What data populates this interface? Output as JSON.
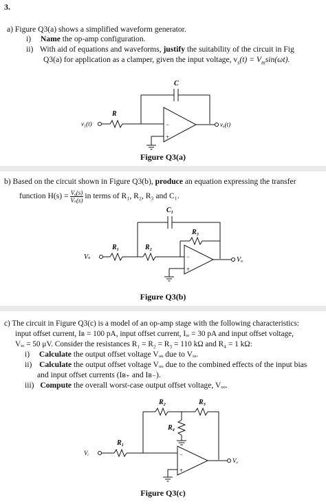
{
  "question_number": "3.",
  "part_a": {
    "line1": "a)  Figure Q3(a) shows a simplified waveform generator.",
    "i_marker": "i)",
    "i_bold": "Name",
    "i_rest": " the op-amp configuration.",
    "ii_marker": "ii)",
    "ii_line1_a": "With aid of equations and waveforms, ",
    "ii_line1_bold": "justify",
    "ii_line1_b": " the suitability of the circuit in Fig",
    "ii_line2": "Q3(a) for application as a clamper, given the input voltage, v",
    "ii_line2_eq": "(t) = V",
    "ii_line2_eq2": "sin(ωt).",
    "figure_caption": "Figure Q3(a)",
    "labels": {
      "C": "C",
      "R": "R",
      "vin": "v₁(t)",
      "vout": "vₒ(t)"
    }
  },
  "part_b": {
    "line1_a": "b)  Based on the circuit shown in Figure Q3(b), ",
    "line1_bold": "produce",
    "line1_b": " an equation expressing the transfer",
    "line2_a": "function H(s) = ",
    "frac_num": "Vₒ(s)",
    "frac_den": "Vₛ(s)",
    "line2_b": " in terms of R₁, R₂, R₃ and C₁.",
    "figure_caption": "Figure Q3(b)",
    "labels": {
      "C1": "C₁",
      "R1": "R₁",
      "R2": "R₂",
      "R3": "R₃",
      "vs": "Vₛ",
      "vo": "Vₒ"
    }
  },
  "part_c": {
    "line1": "c)  The circuit in Figure Q3(c) is a model of an op-amp stage with the following characteristics:",
    "line2": "input offset current, Iʙ = 100 pA, input offset current, Iᵢₒ = 30 pA and input offset voltage,",
    "line3": "Vᵢₒ = 50 μV. Consider the resistances R₁ = R₂ = R₃ = 110 kΩ and R₄ = 1 kΩ:",
    "i_marker": "i)",
    "i_bold": "Calculate",
    "i_rest": " the output offset voltage Vₒₒ due to Vᵢₒ.",
    "ii_marker": "ii)",
    "ii_bold": "Calculate",
    "ii_rest": " the output offset voltage Vₒₒ due to the combined effects of the input bias",
    "ii_line2": "and input offset currents (Iʙ₊ and Iʙ₋).",
    "iii_marker": "iii)",
    "iii_bold": "Compute",
    "iii_rest": " the overall worst-case output offset voltage, Vₒₒ.",
    "figure_caption": "Figure Q3(c)",
    "labels": {
      "R1": "R₁",
      "R2": "R₂",
      "R3": "R₃",
      "R4": "R₄",
      "vi": "Vᵢ",
      "vo": "Vₒ"
    }
  }
}
